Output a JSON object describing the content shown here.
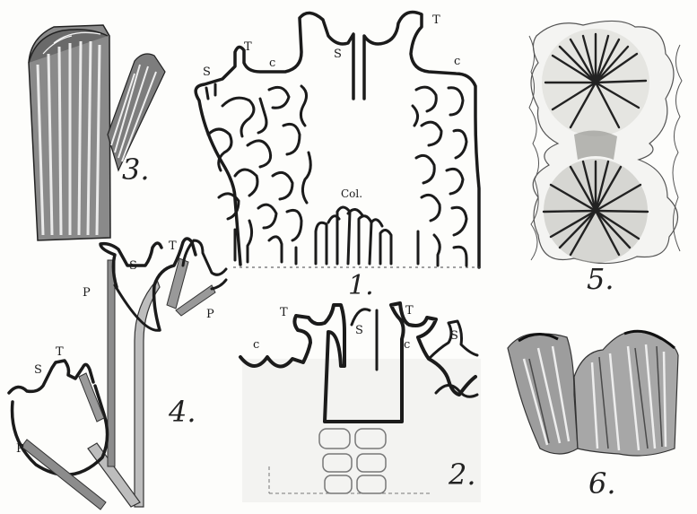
{
  "figure_numbers": [
    "1.",
    "2.",
    "3.",
    "4.",
    "5.",
    "6."
  ],
  "fig1": {
    "labels": {
      "T_left": "T",
      "T_right": "T",
      "S_left": "S",
      "S_center": "S",
      "C_left": "c",
      "C_right": "c",
      "col": "Col."
    }
  },
  "fig2": {
    "labels": {
      "T_left": "T",
      "T_right": "T",
      "C_left": "c",
      "C_right": "c",
      "S_center": "S",
      "S_right": "S"
    }
  },
  "fig4": {
    "labels": {
      "S_top": "S",
      "T_top": "T",
      "P_top": "P",
      "P_right": "P",
      "T_mid": "T",
      "S_mid": "S",
      "P_bottom": "P"
    }
  },
  "colors": {
    "ink": "#1b1b1b",
    "paper": "#fdfdfb",
    "shade": "#9a9a9a",
    "light_shade": "#c9c9c9"
  }
}
